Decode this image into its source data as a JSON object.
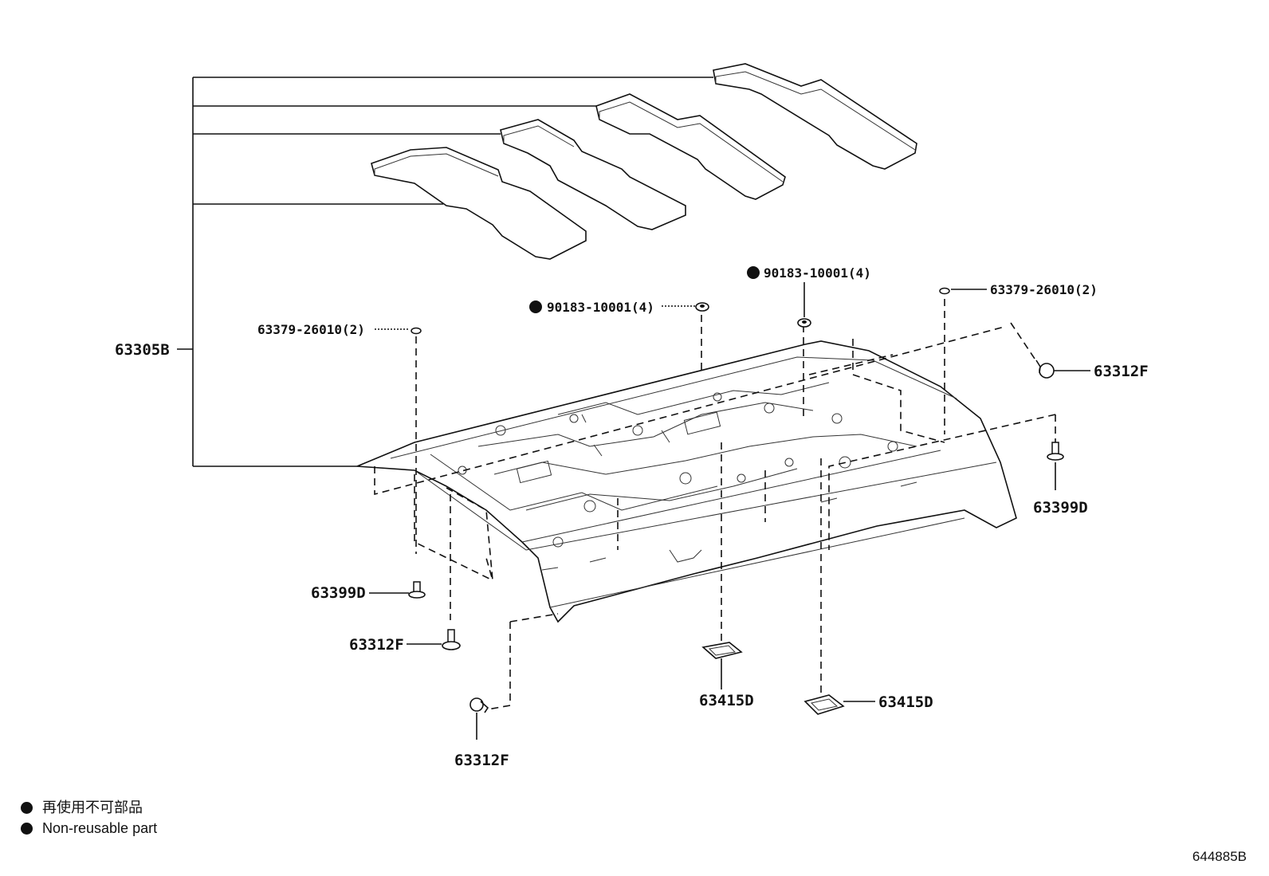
{
  "labels": {
    "headlining": "63305B",
    "clip_left": "63379-26010(2)",
    "clip_right": "63379-26010(2)",
    "nut_left": "90183-10001(4)",
    "nut_right": "90183-10001(4)",
    "clip_f_right": "63312F",
    "clip_d_right": "63399D",
    "clip_d_left": "63399D",
    "clip_f_left": "63312F",
    "clip_f_bottom": "63312F",
    "lamp_mid": "63415D",
    "lamp_right": "63415D"
  },
  "legend": {
    "japanese": "再使用不可部品",
    "english": "Non-reusable part"
  },
  "diagram_code": "644885B"
}
